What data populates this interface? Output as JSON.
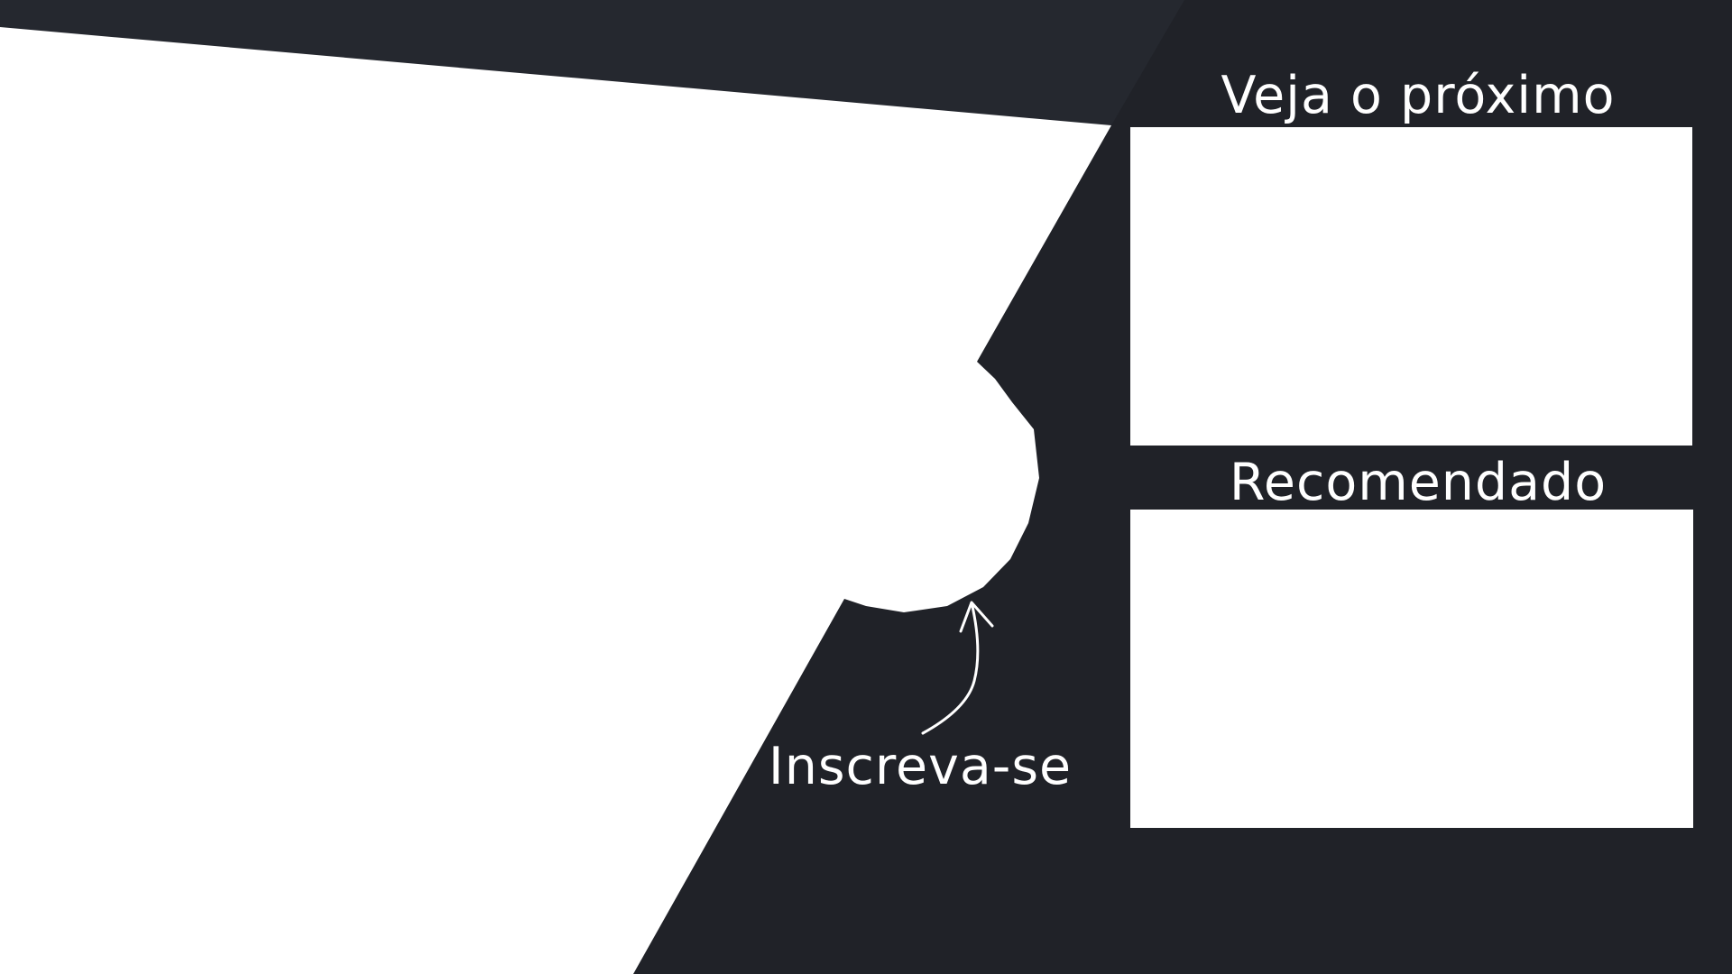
{
  "end_screen": {
    "next_title": "Veja o próximo",
    "recommended_title": "Recomendado",
    "subscribe_label": "Inscreva-se"
  },
  "colors": {
    "background": "#202228",
    "top_band": "#25282f",
    "placeholder": "#ffffff",
    "text": "#ffffff"
  },
  "icons": [
    "curved-arrow-icon"
  ]
}
